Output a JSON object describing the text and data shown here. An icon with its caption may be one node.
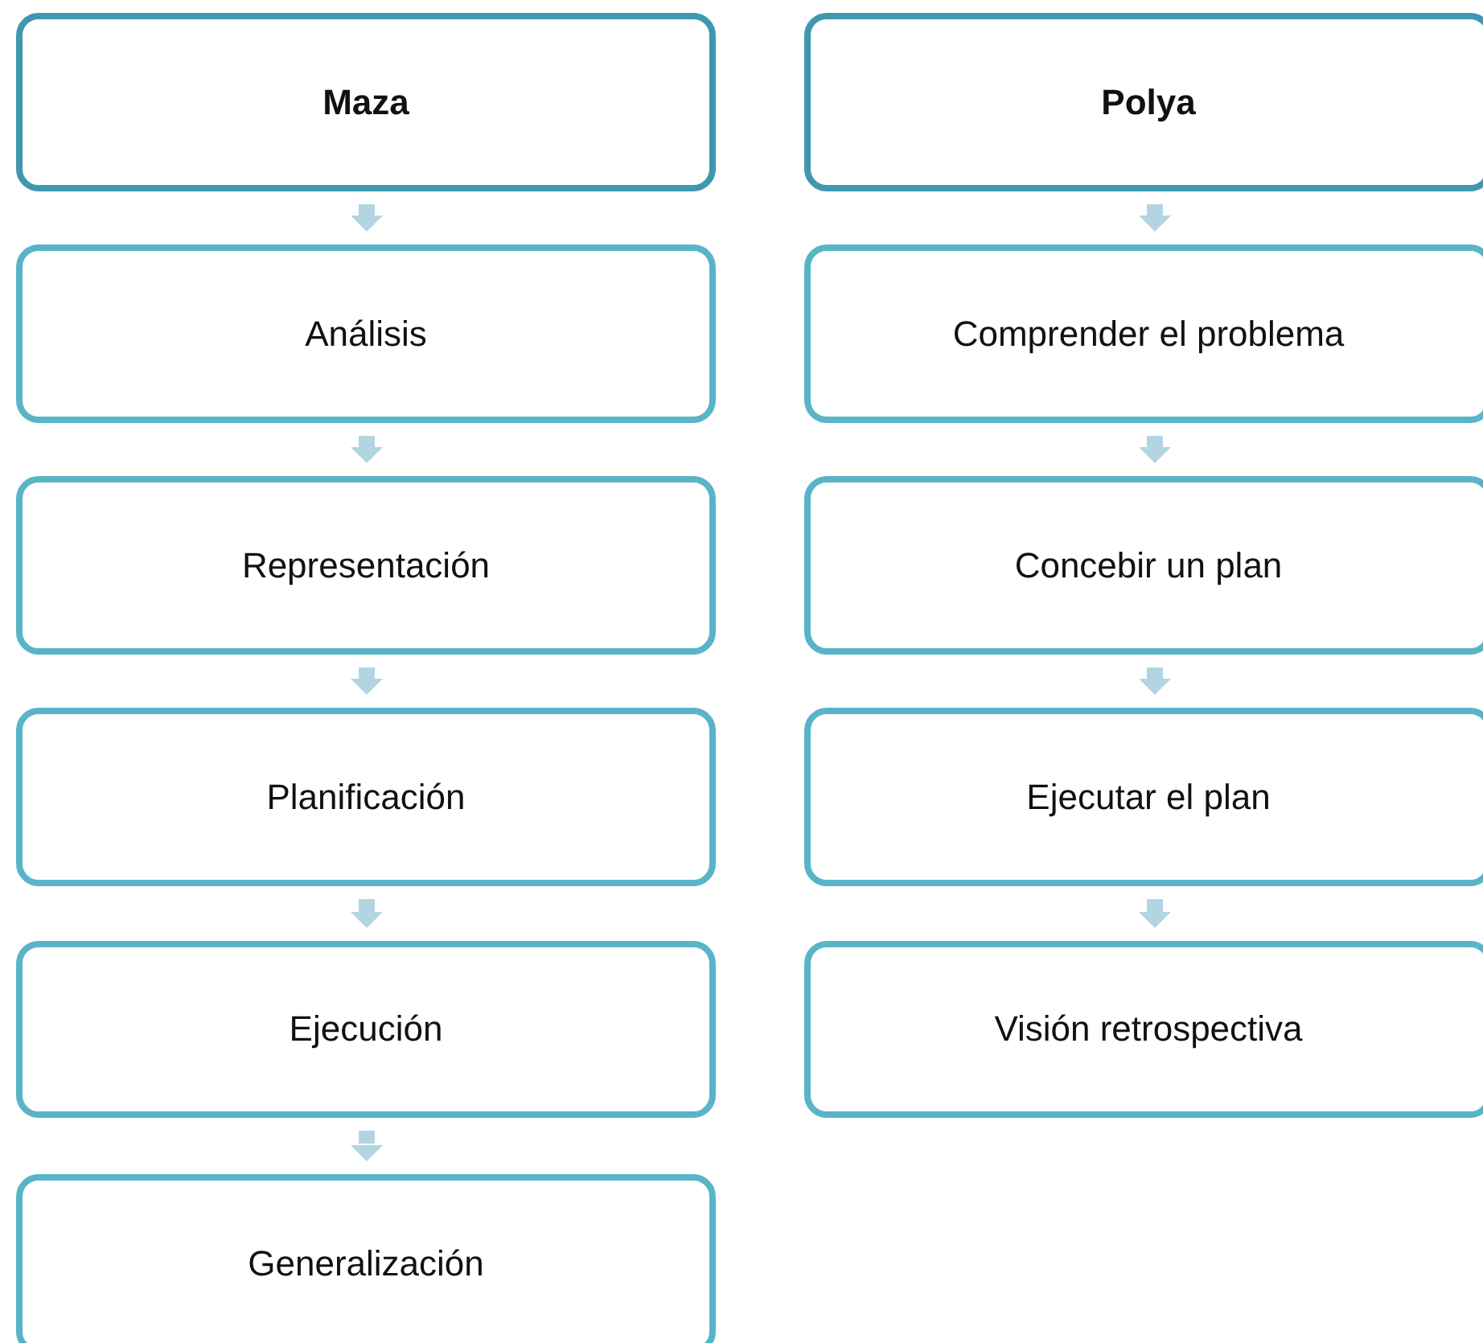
{
  "diagram": {
    "nodes": [
      {
        "text": [
          "Maza"
        ]
      },
      {
        "text": [
          "Análisis"
        ]
      },
      {
        "text": [
          "Representación"
        ]
      },
      {
        "text": [
          "Planificación"
        ]
      },
      {
        "text": [
          "Ejecución"
        ]
      },
      {
        "text": [
          "Generalización"
        ]
      },
      {
        "text": [
          "Polya"
        ]
      },
      {
        "text": [
          "Comprender el problema"
        ]
      },
      {
        "text": [
          "Concebir un plan"
        ]
      },
      {
        "text": [
          "Ejecutar el plan"
        ]
      },
      {
        "text": [
          "Visión retrospectiva"
        ]
      }
    ],
    "edges": [
      {
        "from": 0,
        "to": 1,
        "arrow": "to"
      },
      {
        "from": 1,
        "to": 2,
        "arrow": "to"
      },
      {
        "from": 2,
        "to": 3,
        "arrow": "to"
      },
      {
        "from": 3,
        "to": 4,
        "arrow": "to"
      },
      {
        "from": 4,
        "to": 5,
        "arrow": "to"
      },
      {
        "from": 6,
        "to": 7,
        "arrow": "to"
      },
      {
        "from": 7,
        "to": 8,
        "arrow": "to"
      },
      {
        "from": 8,
        "to": 9,
        "arrow": "to"
      },
      {
        "from": 9,
        "to": 10,
        "arrow": "to"
      }
    ]
  }
}
